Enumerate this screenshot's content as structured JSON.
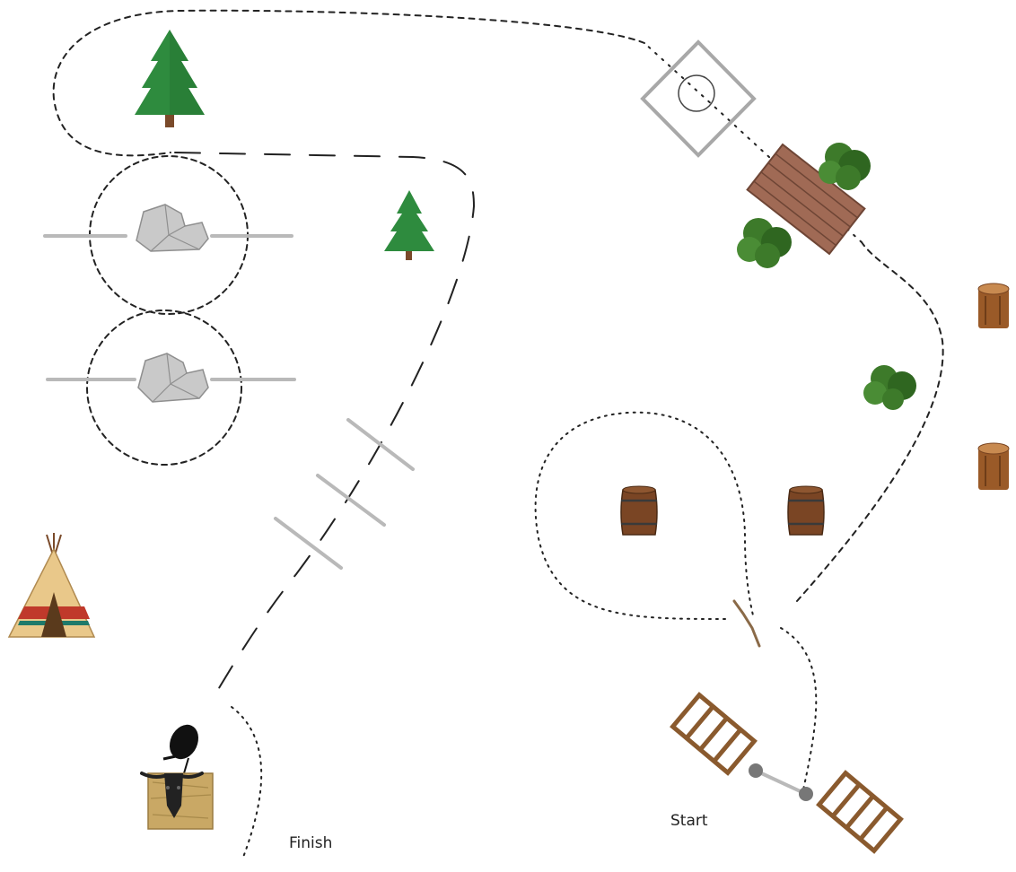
{
  "labels": {
    "start": "Start",
    "finish": "Finish"
  },
  "colors": {
    "track": "#222222",
    "pole": "#b9b9b9",
    "tree": "#2e8b3e",
    "tree_dark": "#1f6b2c",
    "trunk": "#7a4a2a",
    "rock": "#c9c9c9",
    "rock_shade": "#9c9c9c",
    "bush": "#3d7a2a",
    "bridge": "#a06a55",
    "barrel": "#7a4524",
    "gate": "#8a5a2e",
    "stump": "#9a5a28",
    "hay": "#c9a865",
    "teepee": "#e9c88a",
    "teepee_red": "#c0392b",
    "teepee_teal": "#1f7a6a"
  },
  "obstacles": [
    "start-gate",
    "hobble-post-pair",
    "log-pull",
    "barrel-cloverleaf",
    "bush",
    "tree-stump",
    "wooden-bridge",
    "box",
    "pine-tree",
    "boulder-circle",
    "ground-poles",
    "teepee",
    "hay-bale-steer-head",
    "ping-pong-paddle"
  ]
}
